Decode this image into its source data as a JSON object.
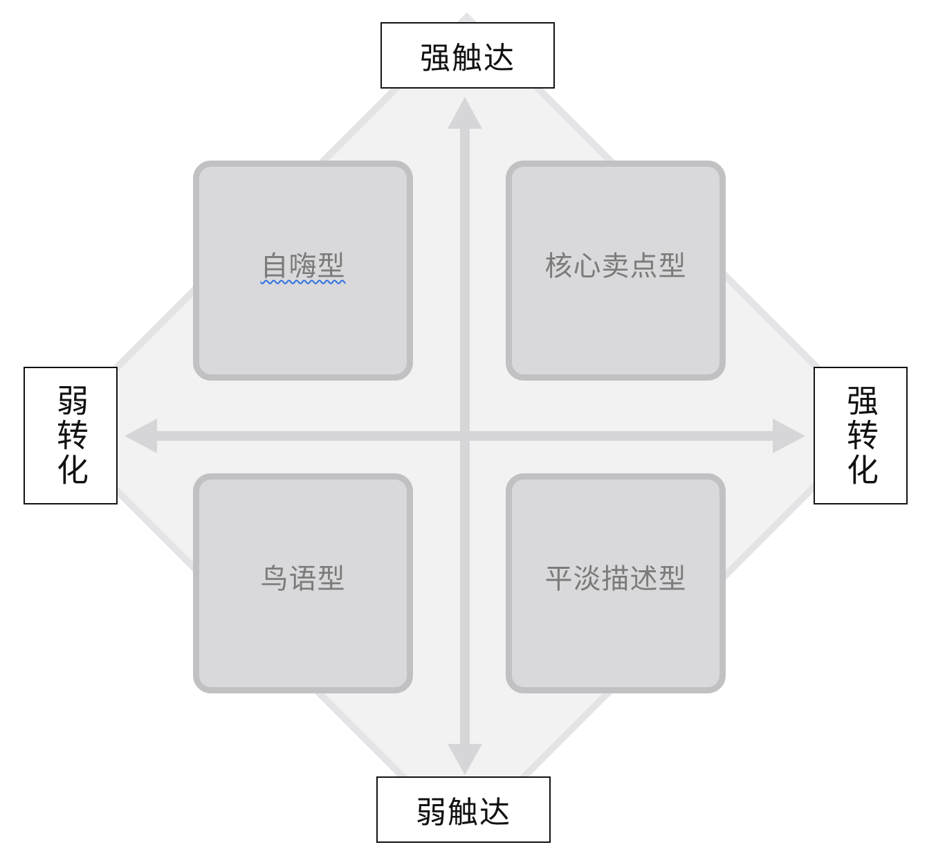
{
  "diagram": {
    "type": "quadrant-matrix",
    "axes": {
      "top": {
        "label": "强触达"
      },
      "bottom": {
        "label": "弱触达"
      },
      "left": {
        "label": "弱转化"
      },
      "right": {
        "label": "强转化"
      }
    },
    "quadrants": [
      {
        "position": "top-left",
        "label": "自嗨型",
        "spellcheck_underline": true
      },
      {
        "position": "top-right",
        "label": "核心卖点型"
      },
      {
        "position": "bottom-left",
        "label": "鸟语型"
      },
      {
        "position": "bottom-right",
        "label": "平淡描述型"
      }
    ],
    "colors": {
      "diamond_fill": "#f2f2f3",
      "diamond_edge": "#e4e4e6",
      "arrow": "#d6d6d8",
      "quadrant_fill": "#d9d9db",
      "quadrant_border": "#c1c1c3",
      "quadrant_text": "#7b7b7b",
      "axis_box_border": "#111111",
      "spellcheck_underline": "#2f6fe0"
    }
  }
}
